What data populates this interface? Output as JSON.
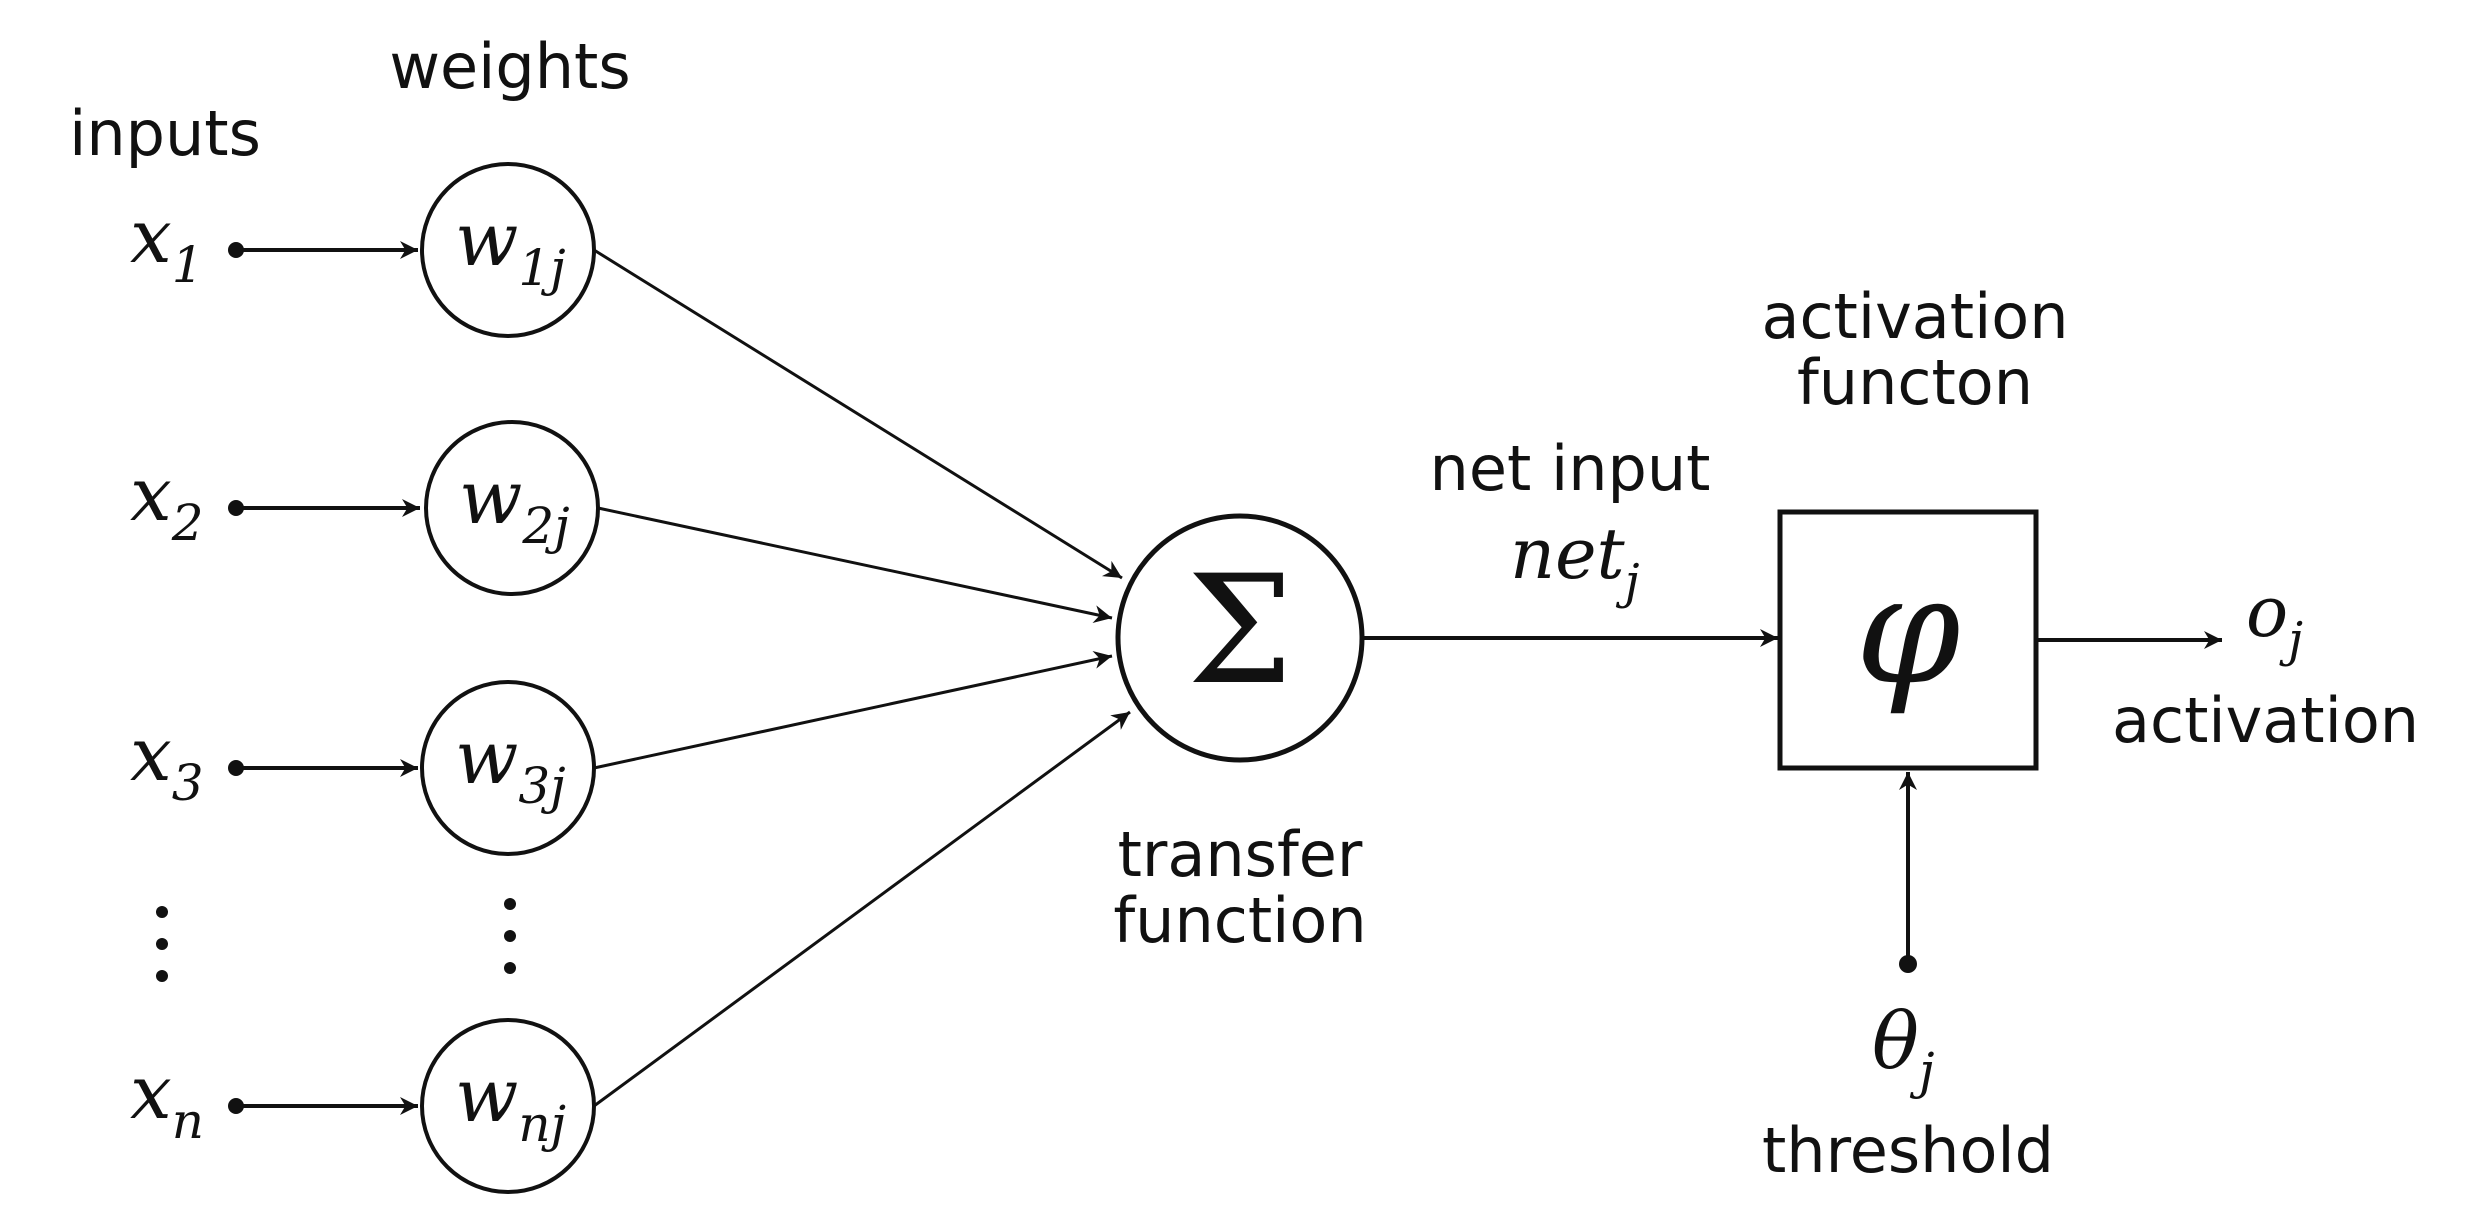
{
  "labels": {
    "inputs": "inputs",
    "weights": "weights",
    "activation_function_line1": "activation",
    "activation_function_line2": "functon",
    "net_input": "net input",
    "transfer_function_line1": "transfer",
    "transfer_function_line2": "function",
    "activation": "activation",
    "threshold": "threshold"
  },
  "inputs": [
    {
      "base": "x",
      "sub": "1"
    },
    {
      "base": "x",
      "sub": "2"
    },
    {
      "base": "x",
      "sub": "3"
    },
    {
      "base": "x",
      "sub": "n"
    }
  ],
  "weights": [
    {
      "base": "w",
      "sub": "1j"
    },
    {
      "base": "w",
      "sub": "2j"
    },
    {
      "base": "w",
      "sub": "3j"
    },
    {
      "base": "w",
      "sub": "nj"
    }
  ],
  "sum_symbol": "Σ",
  "phi_symbol": "φ",
  "net": {
    "base": "net",
    "sub": "j"
  },
  "output": {
    "base": "o",
    "sub": "j"
  },
  "theta": {
    "base": "θ",
    "sub": "j"
  },
  "ellipsis": "⋮"
}
